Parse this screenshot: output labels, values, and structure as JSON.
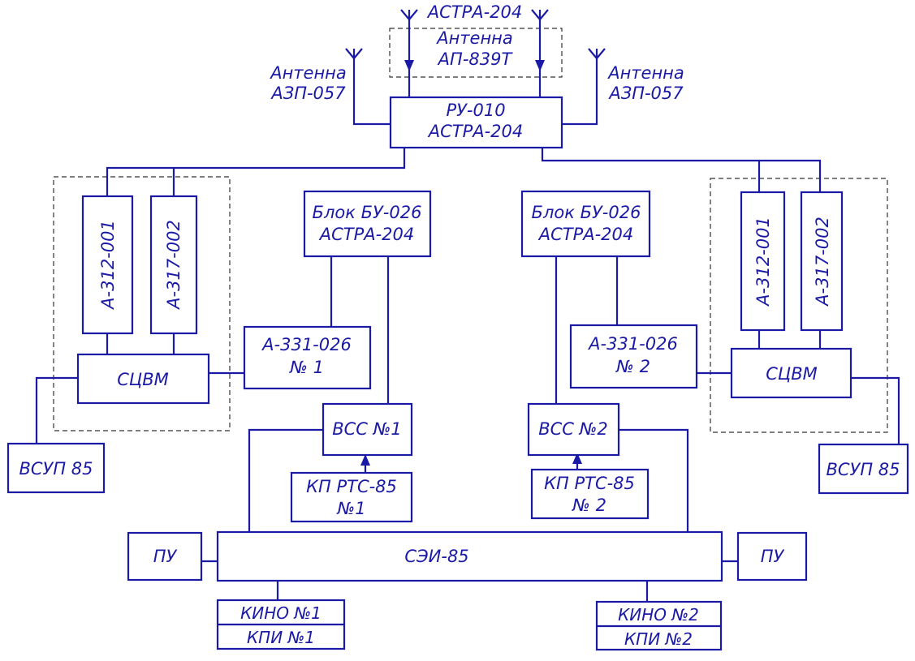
{
  "top_label": "АСТРА-204",
  "antenna_center": {
    "line1": "Антенна",
    "line2": "АП-839Т"
  },
  "antenna_left": {
    "line1": "Антенна",
    "line2": "АЗП-057"
  },
  "antenna_right": {
    "line1": "Антенна",
    "line2": "АЗП-057"
  },
  "ru": {
    "line1": "РУ-010",
    "line2": "АСТРА-204"
  },
  "left_group": {
    "unit1": "А-312-001",
    "unit2": "А-317-002",
    "sc": "СЦВМ"
  },
  "right_group": {
    "unit1": "А-312-001",
    "unit2": "А-317-002",
    "sc": "СЦВМ"
  },
  "bu_left": {
    "line1": "Блок БУ-026",
    "line2": "АСТРА-204"
  },
  "bu_right": {
    "line1": "Блок БУ-026",
    "line2": "АСТРА-204"
  },
  "a331_left": {
    "line1": "А-331-026",
    "line2": "№ 1"
  },
  "a331_right": {
    "line1": "А-331-026",
    "line2": "№ 2"
  },
  "vss_left": "ВСС №1",
  "vss_right": "ВСС №2",
  "kp_left": {
    "line1": "КП РТС-85",
    "line2": "№1"
  },
  "kp_right": {
    "line1": "КП РТС-85",
    "line2": "№ 2"
  },
  "vsup_left": "ВСУП 85",
  "vsup_right": "ВСУП 85",
  "sei": "СЭИ-85",
  "pu_left": "ПУ",
  "pu_right": "ПУ",
  "kino_left": {
    "line1": "КИНО №1",
    "line2": "КПИ №1"
  },
  "kino_right": {
    "line1": "КИНО №2",
    "line2": "КПИ №2"
  }
}
